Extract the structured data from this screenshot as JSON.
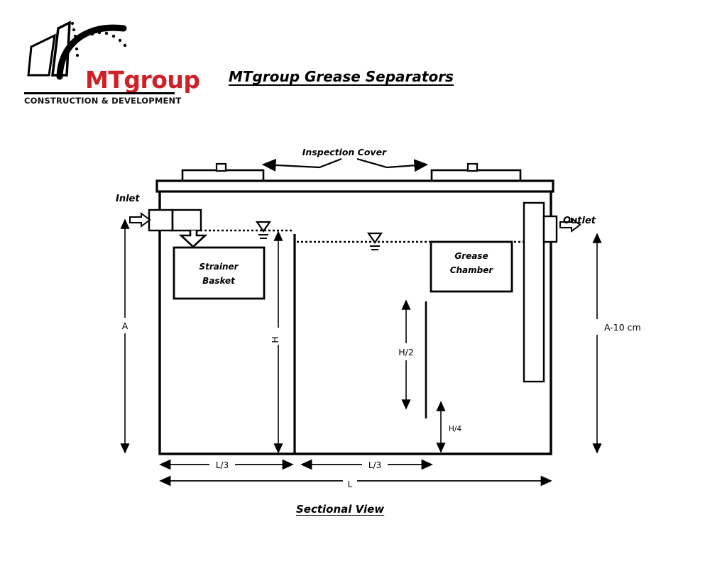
{
  "logo": {
    "brand_mt": "MT",
    "brand_group": "group",
    "tagline": "CONSTRUCTION & DEVELOPMENT",
    "brand_color": "#cf2027",
    "tagline_color": "#111111"
  },
  "document": {
    "title": "MTgroup Grease Separators",
    "caption": "Sectional View"
  },
  "diagram": {
    "labels": {
      "inspection_cover": "Inspection Cover",
      "inlet": "Inlet",
      "outlet": "Outlet",
      "strainer_basket_line1": "Strainer",
      "strainer_basket_line2": "Basket",
      "grease_chamber_line1": "Grease",
      "grease_chamber_line2": "Chamber"
    },
    "dimensions": {
      "height_total": "A",
      "height_outlet": "A-10 cm",
      "water_depth": "H",
      "half_depth": "H/2",
      "quarter_depth": "H/4",
      "third_length_left": "L/3",
      "third_length_right": "L/3",
      "total_length": "L"
    },
    "line_color": "#000000",
    "fill_color": "#ffffff"
  }
}
